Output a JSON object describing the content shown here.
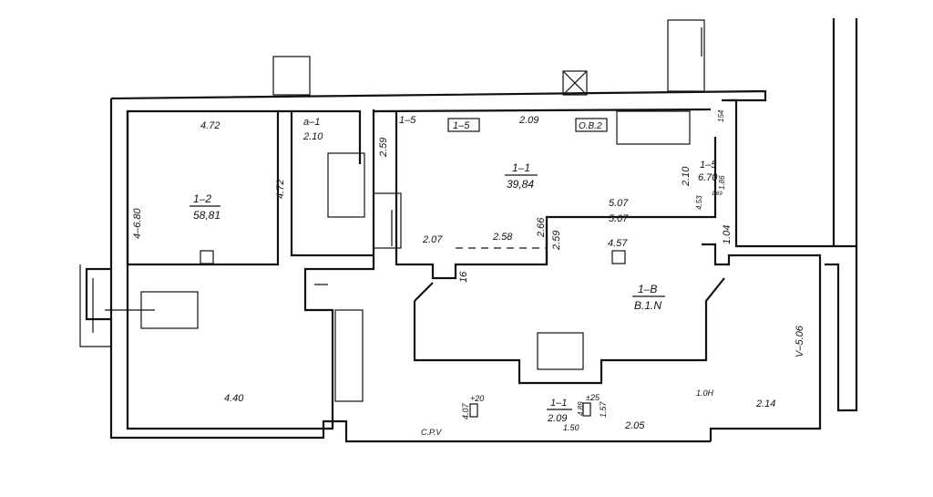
{
  "rooms": {
    "r12_id": "1–2",
    "r12_area": "58,81",
    "a1_id": "a–1",
    "a1_area": "2.10",
    "r11_id": "1–1",
    "r11_area": "39,84",
    "r15_id": "1–5",
    "r15_area": "6.70",
    "r1b_id": "1–B",
    "r1b_area": "B.1.N",
    "r11b_id": "1–1",
    "r11b_area": "2.09",
    "r15_top": "1–5",
    "r15_box": "1–5",
    "ob2_box": "O.B.2"
  },
  "dims": {
    "d472_top": "4.72",
    "d680": "4–6.80",
    "d472_v": "4.72",
    "d259a": "2.59",
    "d209_top": "2.09",
    "d210": "2.10",
    "d453": "4.53",
    "d186": "1.86",
    "d169": "1.69",
    "d154": "154",
    "d507a": "5.07",
    "d507b": "5.07",
    "d207": "2.07",
    "d258": "2.58",
    "d266": "2.66",
    "d259b": "2.59",
    "d457": "4.57",
    "d104": "1.04",
    "d16": "16",
    "v506": "V–5.06",
    "d440": "4.40",
    "p20": "+20",
    "d407": "4.07",
    "d489": "4.89",
    "p25": "±25",
    "d157": "1.57",
    "d150": "1.50",
    "d205": "2.05",
    "cpv": "C.P.V",
    "d10h": "1.0H",
    "d214": "2.14"
  }
}
